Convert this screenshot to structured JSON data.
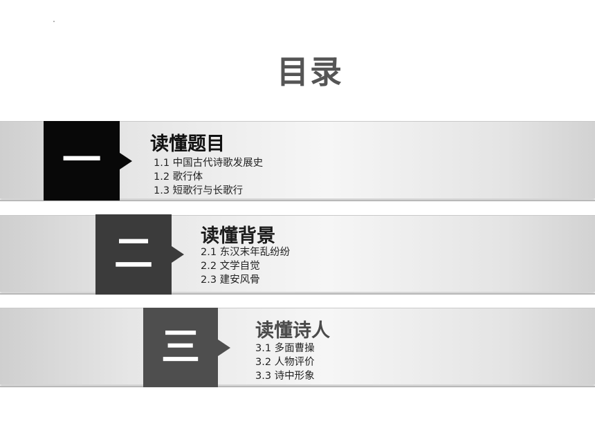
{
  "page": {
    "title": "目录"
  },
  "sections": [
    {
      "numeral": "一",
      "title": "读懂题目",
      "items": [
        "1.1 中国古代诗歌发展史",
        "1.2  歌行体",
        "1.3  短歌行与长歌行"
      ],
      "box_color": "#080808",
      "title_color": "#111111"
    },
    {
      "numeral": "二",
      "title": "读懂背景",
      "items": [
        "2.1 东汉末年乱纷纷",
        "2.2 文学自觉",
        "2.3 建安风骨"
      ],
      "box_color": "#3b3b3b",
      "title_color": "#1c1c1c"
    },
    {
      "numeral": "三",
      "title": "读懂诗人",
      "items": [
        "3.1 多面曹操",
        "3.2 人物评价",
        "3.3 诗中形象"
      ],
      "box_color": "#4e4e4e",
      "title_color": "#4a4a4a"
    }
  ]
}
